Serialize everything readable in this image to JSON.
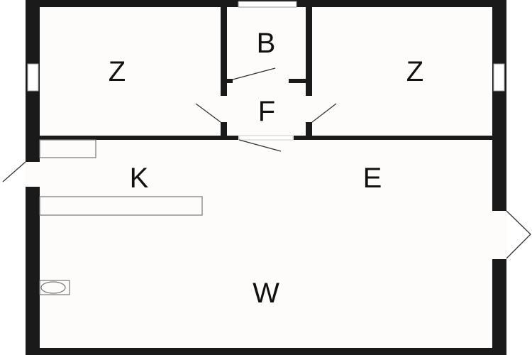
{
  "floor_plan": {
    "rooms": [
      {
        "id": "bedroom-left",
        "label": "Z"
      },
      {
        "id": "bathroom",
        "label": "B"
      },
      {
        "id": "bedroom-right",
        "label": "Z"
      },
      {
        "id": "hallway",
        "label": "F"
      },
      {
        "id": "kitchen",
        "label": "K"
      },
      {
        "id": "dining",
        "label": "E"
      },
      {
        "id": "living",
        "label": "W"
      }
    ],
    "colors": {
      "wall": "#1a1a1a",
      "floor": "#fdfcfa",
      "fixture": "#666666"
    }
  }
}
